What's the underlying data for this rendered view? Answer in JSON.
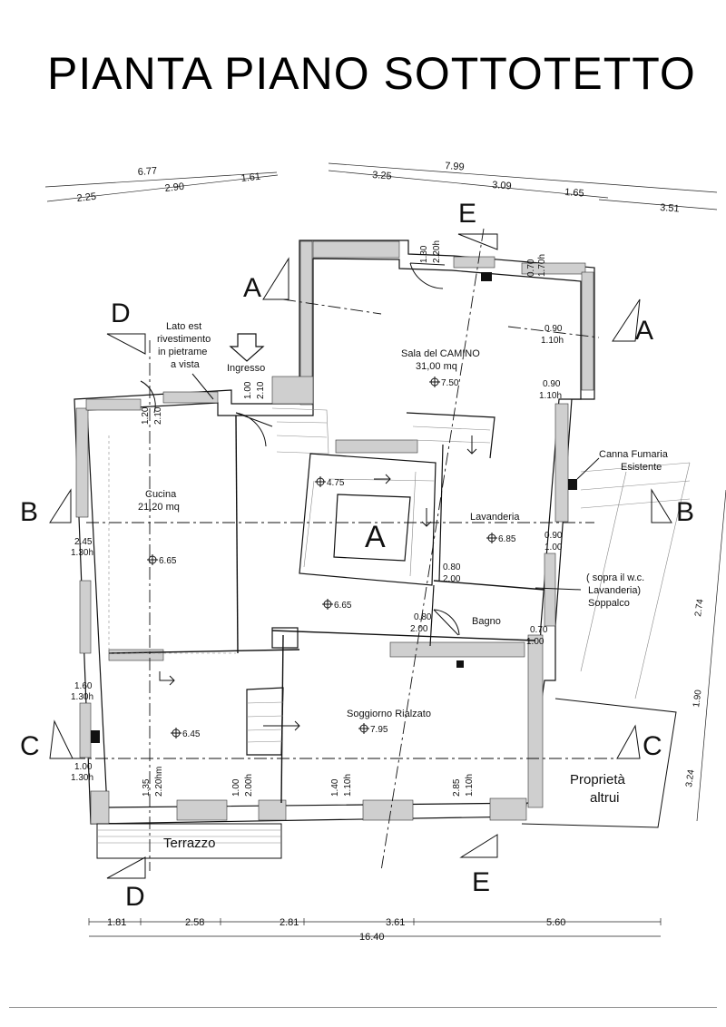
{
  "title": "PIANTA PIANO SOTTOTETTO",
  "top_dimensions": {
    "left_total": "6.77",
    "left_parts": [
      "2.25",
      "2.90",
      "1.61"
    ],
    "right_total": "7.99",
    "right_parts": [
      "3.25",
      "3.09",
      "1.65",
      "3.51"
    ]
  },
  "bottom_dimensions": {
    "parts": [
      "1.81",
      "2.58",
      "2.81",
      "3.61",
      "5.60"
    ],
    "total": "16.40"
  },
  "right_dimensions": [
    "2.74",
    "1.90",
    "3.24"
  ],
  "section_marks": [
    "A",
    "A",
    "B",
    "B",
    "C",
    "C",
    "D",
    "D",
    "E",
    "E"
  ],
  "rooms": [
    {
      "name": "Sala del CAMINO",
      "area": "31,00 mq",
      "level": "7.50"
    },
    {
      "name": "Cucina",
      "area": "21,20 mq",
      "level": "6.65"
    },
    {
      "name": "Lavanderia",
      "level": "6.85"
    },
    {
      "name": "Bagno"
    },
    {
      "name": "Soggiorno Rialzato",
      "level": "7.95"
    },
    {
      "name": "Terrazzo"
    }
  ],
  "levels": [
    "4.75",
    "6.65",
    "6.45"
  ],
  "stair_label": "A",
  "notes": {
    "east_side": [
      "Lato est",
      "rivestimento",
      "in pietrame",
      "a vista"
    ],
    "entrance": "Ingresso",
    "chimney": [
      "Canna Fumaria",
      "Esistente"
    ],
    "mezzanine": [
      "( sopra il w.c.",
      "Lavanderia)",
      "Soppalco"
    ],
    "property": [
      "Proprietà",
      "altrui"
    ]
  },
  "openings": [
    {
      "w": "1.30",
      "h": "2.20h"
    },
    {
      "w": "0.70",
      "h": "1.70h"
    },
    {
      "w": "0.90",
      "h": "1.10h"
    },
    {
      "w": "0.90",
      "h": "1.10h"
    },
    {
      "w": "1.00",
      "h": "2.10"
    },
    {
      "w": "1.20",
      "h": "2.10"
    },
    {
      "w": "0.90",
      "h": "1.00"
    },
    {
      "w": "0.80",
      "h": "2.00"
    },
    {
      "w": "0.80",
      "h": "2.00"
    },
    {
      "w": "0.70",
      "h": "1.00"
    },
    {
      "w": "2.45",
      "h": "1.30h"
    },
    {
      "w": "1.60",
      "h": "1.30h"
    },
    {
      "w": "1.00",
      "h": "1.30h"
    },
    {
      "w": "1.35",
      "h": "2.20hm"
    },
    {
      "w": "1.00",
      "h": "2.00h"
    },
    {
      "w": "1.40",
      "h": "1.10h"
    },
    {
      "w": "2.85",
      "h": "1.10h"
    }
  ]
}
